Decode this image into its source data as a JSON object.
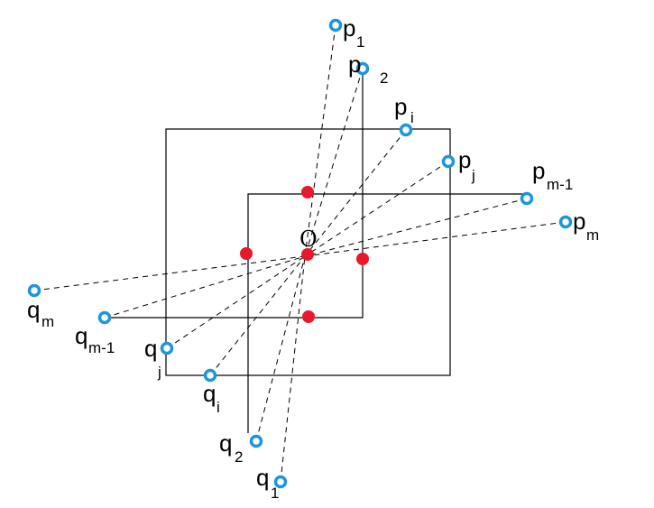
{
  "diagram": {
    "center_label": "O",
    "p_points": [
      {
        "id": "p1",
        "base": "p",
        "sub": "1"
      },
      {
        "id": "p2",
        "base": "p",
        "sub": "2"
      },
      {
        "id": "pi",
        "base": "p",
        "sub": "i"
      },
      {
        "id": "pj",
        "base": "p",
        "sub": "j"
      },
      {
        "id": "pm1",
        "base": "p",
        "sub": "m-1"
      },
      {
        "id": "pm",
        "base": "p",
        "sub": "m"
      }
    ],
    "q_points": [
      {
        "id": "q1",
        "base": "q",
        "sub": "1"
      },
      {
        "id": "q2",
        "base": "q",
        "sub": "2"
      },
      {
        "id": "qi",
        "base": "q",
        "sub": "i"
      },
      {
        "id": "qj",
        "base": "q",
        "sub": "j"
      },
      {
        "id": "qm1",
        "base": "q",
        "sub": "m-1"
      },
      {
        "id": "qm",
        "base": "q",
        "sub": "m"
      }
    ],
    "colors": {
      "point_ring": "#1e96dc",
      "intersection_dot": "#e8192c",
      "line": "#000000"
    }
  }
}
